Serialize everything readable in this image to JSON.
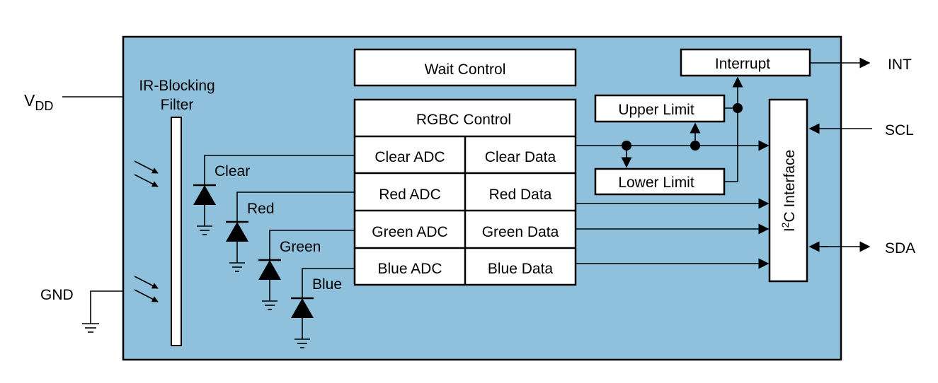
{
  "colors": {
    "chip_fill": "#8fc1dc",
    "line": "#000000",
    "box_fill": "#ffffff"
  },
  "pins": {
    "vdd": {
      "main": "V",
      "sub": "DD"
    },
    "gnd": "GND",
    "int": "INT",
    "scl": "SCL",
    "sda": "SDA"
  },
  "filter": {
    "line1": "IR-Blocking",
    "line2": "Filter"
  },
  "photodiodes": [
    {
      "label": "Clear",
      "icon": "photodiode-icon"
    },
    {
      "label": "Red",
      "icon": "photodiode-icon"
    },
    {
      "label": "Green",
      "icon": "photodiode-icon"
    },
    {
      "label": "Blue",
      "icon": "photodiode-icon"
    }
  ],
  "blocks": {
    "wait_control": "Wait Control",
    "rgbc_control": "RGBC Control",
    "interrupt": "Interrupt",
    "upper_limit": "Upper Limit",
    "lower_limit": "Lower Limit",
    "i2c": {
      "pre": "I",
      "sup": "2",
      "post": "C Interface"
    }
  },
  "channels": [
    {
      "adc": "Clear ADC",
      "data": "Clear Data"
    },
    {
      "adc": "Red ADC",
      "data": "Red Data"
    },
    {
      "adc": "Green ADC",
      "data": "Green Data"
    },
    {
      "adc": "Blue ADC",
      "data": "Blue Data"
    }
  ]
}
